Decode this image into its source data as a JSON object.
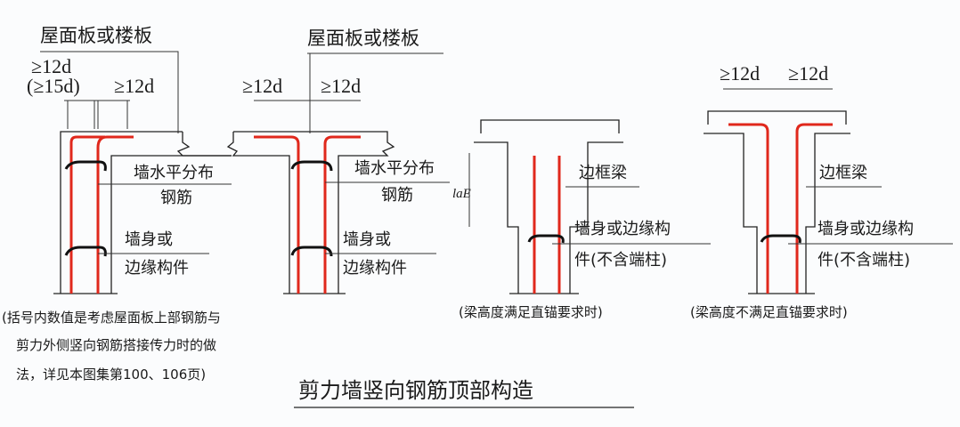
{
  "title": "剪力墙竖向钢筋顶部构造",
  "colors": {
    "rebar": "#e0281c",
    "line": "#222222",
    "background": "#fbfcfd"
  },
  "detail1": {
    "slab_label": "屋面板或楼板",
    "dim_a": "≥12d",
    "dim_a_alt": "(≥15d)",
    "dim_b": "≥12d",
    "horiz_bar_label_1": "墙水平分布",
    "horiz_bar_label_2": "钢筋",
    "wall_label_1": "墙身或",
    "wall_label_2": "边缘构件",
    "note_1": "(括号内数值是考虑屋面板上部钢筋与",
    "note_2": "剪力外侧竖向钢筋搭接传力时的做",
    "note_3": "法，详见本图集第100、106页)"
  },
  "detail2": {
    "slab_label": "屋面板或楼板",
    "dim_a": "≥12d",
    "dim_b": "≥12d",
    "horiz_bar_label_1": "墙水平分布",
    "horiz_bar_label_2": "钢筋",
    "wall_label_1": "墙身或",
    "wall_label_2": "边缘构件"
  },
  "detail3": {
    "anchor_label": "laE",
    "beam_label": "边框梁",
    "wall_label_1": "墙身或边缘构",
    "wall_label_2": "件(不含端柱)",
    "caption": "(梁高度满足直锚要求时)"
  },
  "detail4": {
    "dim_a": "≥12d",
    "dim_b": "≥12d",
    "beam_label": "边框梁",
    "wall_label_1": "墙身或边缘构",
    "wall_label_2": "件(不含端柱)",
    "caption": "(梁高度不满足直锚要求时)"
  }
}
